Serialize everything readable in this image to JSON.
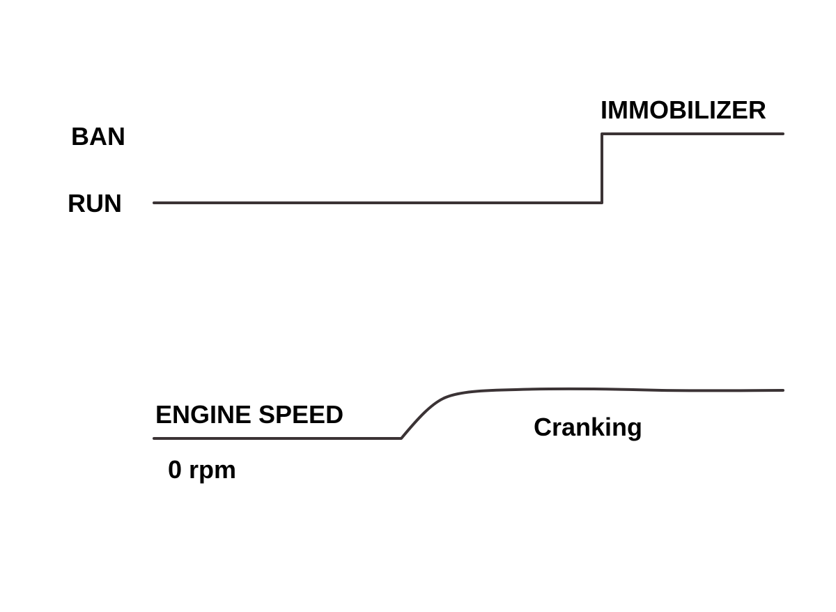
{
  "immobilizer_signal": {
    "label": "IMMOBILIZER",
    "levels": {
      "high": "BAN",
      "low": "RUN"
    }
  },
  "engine_speed_signal": {
    "label": "ENGINE SPEED",
    "baseline": "0 rpm",
    "state": "Cranking"
  },
  "colors": {
    "background": "#ffffff",
    "waveform": "#3b3335",
    "text": "#000000"
  }
}
